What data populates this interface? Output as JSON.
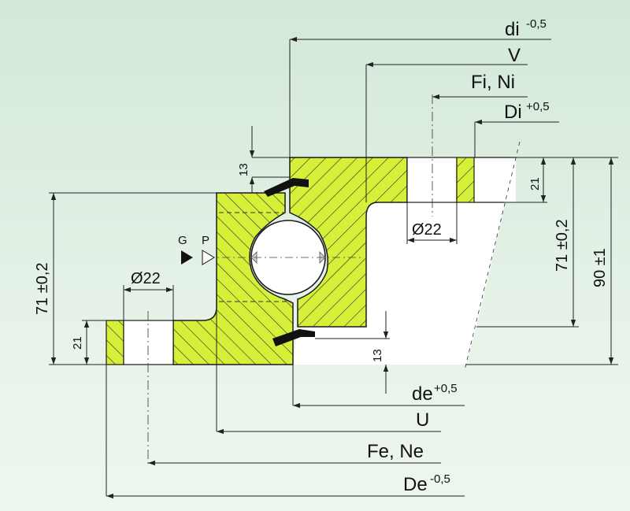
{
  "diagram": {
    "colors": {
      "fill": "#d6f03a",
      "outline": "#1a1a1a",
      "dim_line": "#222222",
      "background": "#dcede0"
    },
    "top_labels": {
      "di": "di",
      "di_tol": "-0,5",
      "V": "V",
      "FiNi": "Fi, Ni",
      "Di": "Di",
      "Di_tol": "+0,5"
    },
    "bottom_labels": {
      "de": "de",
      "de_tol": "+0,5",
      "U": "U",
      "FeNe": "Fe, Ne",
      "De": "De",
      "De_tol": "-0,5"
    },
    "dims": {
      "left_height": "71 ±0,2",
      "left_small": "21",
      "hole_left": "Ø22",
      "hole_right": "Ø22",
      "top_13": "13",
      "bottom_13": "13",
      "right_21": "21",
      "right_71": "71 ±0,2",
      "right_90": "90 ±1"
    },
    "markers": {
      "G": "G",
      "P": "P"
    }
  }
}
